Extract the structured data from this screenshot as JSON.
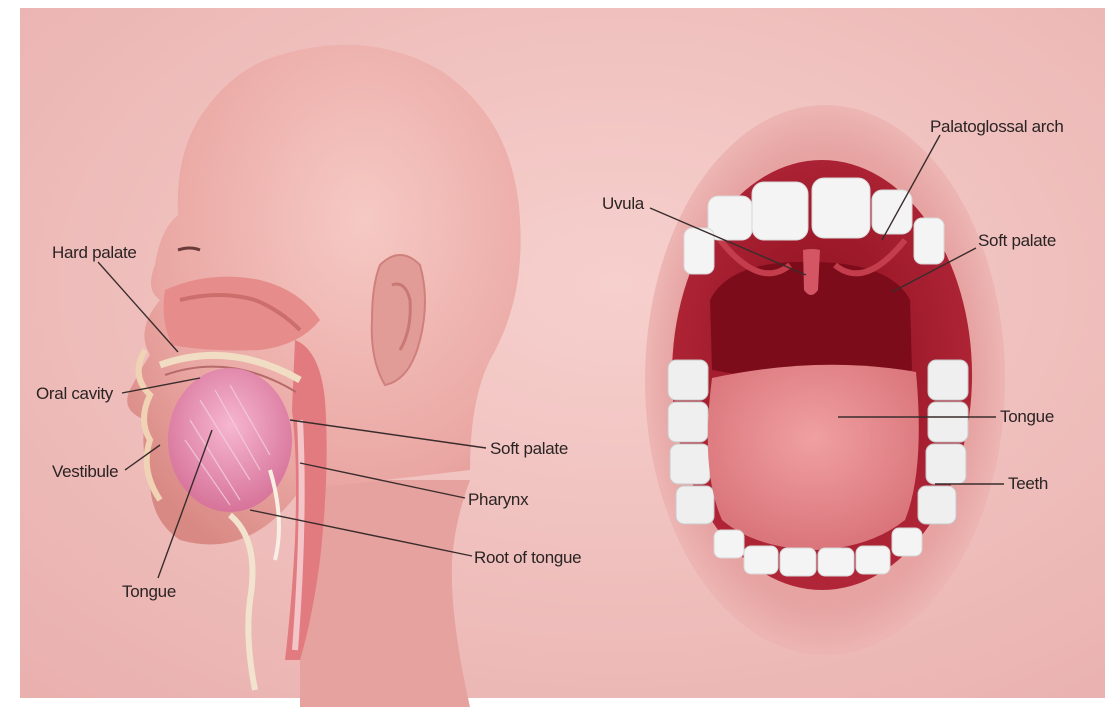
{
  "colors": {
    "background_skin": "#f1c2c0",
    "skin_dark": "#e19a98",
    "mouth_interior": "#a81f2c",
    "tongue": "#e8898c",
    "teeth": "#f4f4f4",
    "label_text": "#2b2323"
  },
  "labels": {
    "sagittal": {
      "hard_palate": "Hard palate",
      "oral_cavity": "Oral cavity",
      "vestibule": "Vestibule",
      "tongue": "Tongue",
      "soft_palate": "Soft palate",
      "pharynx": "Pharynx",
      "root_of_tongue": "Root of tongue"
    },
    "frontal": {
      "palatoglossal_arch": "Palatoglossal arch",
      "uvula": "Uvula",
      "soft_palate": "Soft palate",
      "tongue": "Tongue",
      "teeth": "Teeth"
    }
  }
}
